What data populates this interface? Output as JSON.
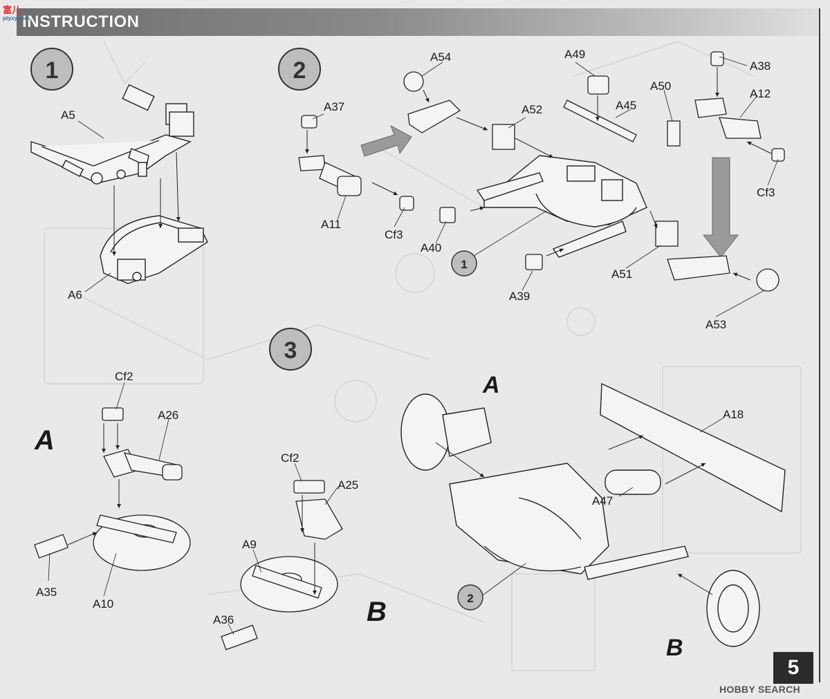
{
  "header": {
    "title": "INSTRUCTION"
  },
  "watermark_top": {
    "cn": "富儿",
    "en": "ptyxy.com"
  },
  "steps": [
    {
      "id": "step-1",
      "number": "1"
    },
    {
      "id": "step-2",
      "number": "2"
    },
    {
      "id": "step-3",
      "number": "3"
    }
  ],
  "sub_assemblies": {
    "a": "A",
    "b": "B",
    "a_ref": "A",
    "b_ref": "B"
  },
  "sub_ref_circles": {
    "one": "1",
    "two": "2"
  },
  "parts": {
    "step1": [
      "A5",
      "A6"
    ],
    "step2": [
      "A54",
      "A37",
      "A52",
      "A49",
      "A45",
      "A50",
      "A38",
      "A12",
      "A11",
      "Cf3",
      "Cf3",
      "A40",
      "A39",
      "A51",
      "A53"
    ],
    "subA": [
      "Cf2",
      "A26",
      "A35",
      "A10"
    ],
    "subB": [
      "Cf2",
      "A25",
      "A9",
      "A36"
    ],
    "step3": [
      "A18",
      "A47"
    ]
  },
  "page_number": "5",
  "watermark_bottom": "HOBBY SEARCH",
  "colors": {
    "header_dark": "#6e6e6e",
    "circle_fill": "#bdbdbd",
    "line": "#222222",
    "paper": "#e9e9e9"
  }
}
